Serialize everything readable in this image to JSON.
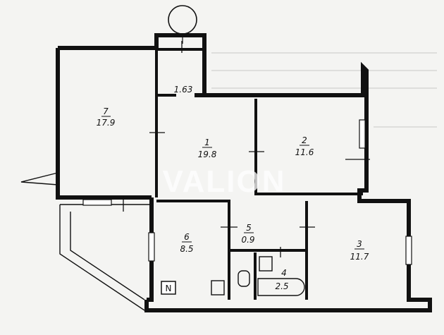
{
  "plan": {
    "watermark": "VALION",
    "north_marker": "N",
    "rooms": [
      {
        "number": "7",
        "area": "17.9"
      },
      {
        "number": "1",
        "area": "19.8"
      },
      {
        "number": "2",
        "area": "11.6"
      },
      {
        "number": "3",
        "area": "11.7"
      },
      {
        "number": "4",
        "area": "2.5"
      },
      {
        "number": "5",
        "area": "0.9"
      },
      {
        "number": "6",
        "area": "8.5"
      }
    ],
    "balcony_area": "1.63"
  }
}
